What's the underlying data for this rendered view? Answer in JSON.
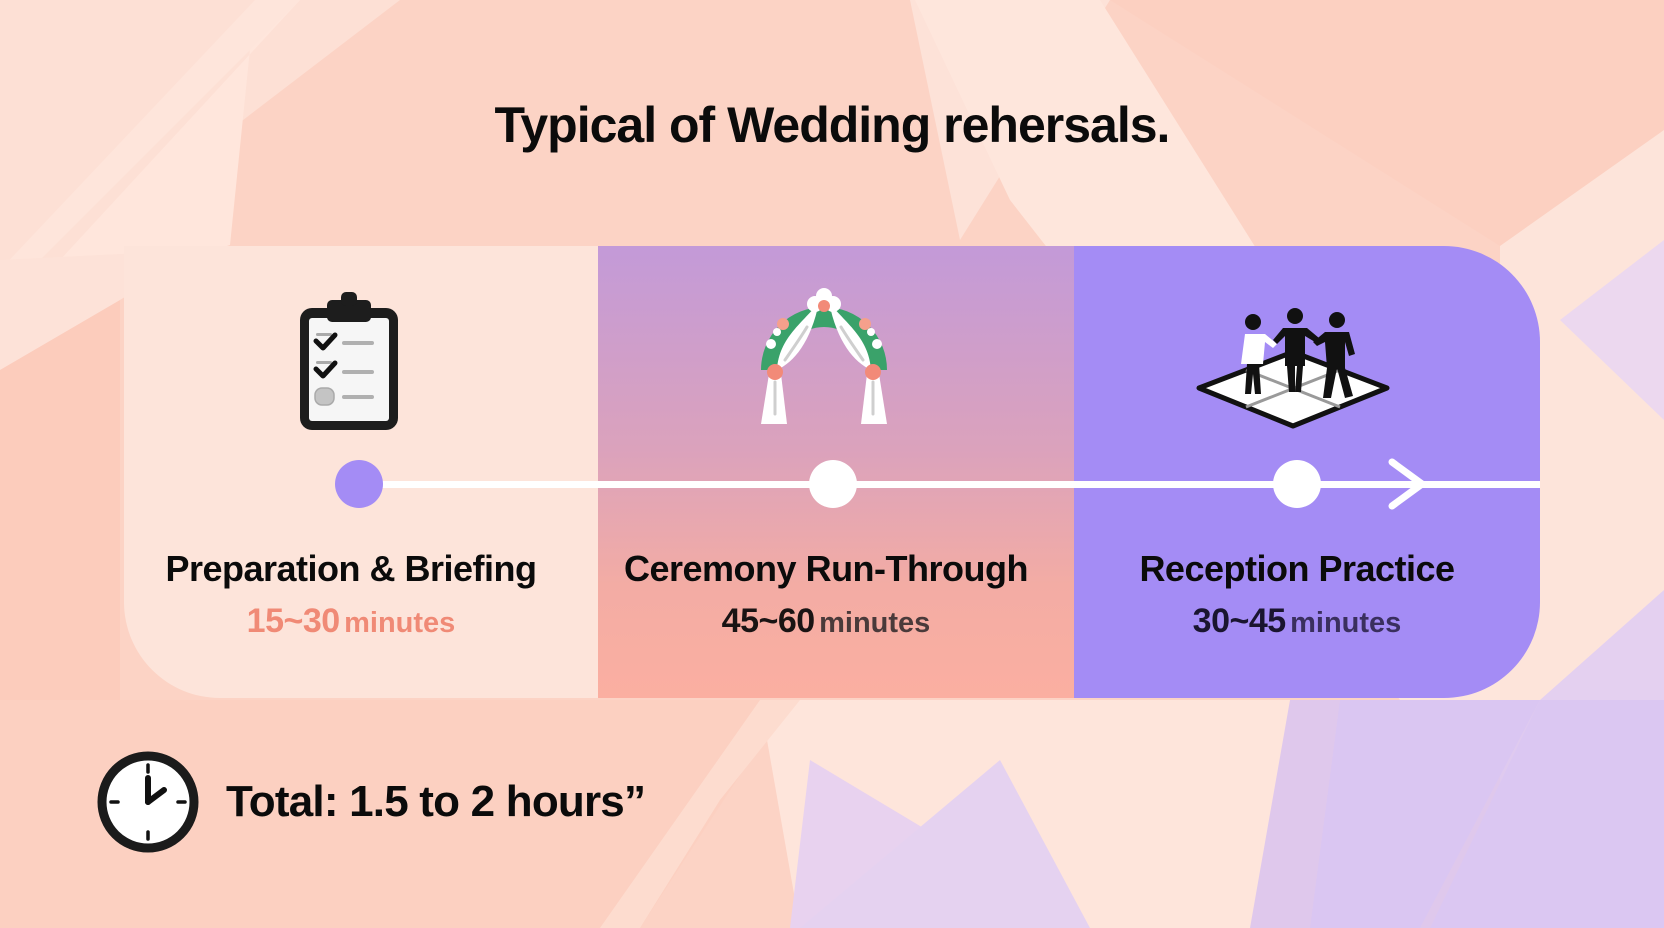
{
  "title": "Typical of Wedding rehersals.",
  "colors": {
    "background": "#fcd8cb",
    "segment_1": "#fde4da",
    "segment_2_top": "#c39ad8",
    "segment_2_bottom": "#fbafa1",
    "segment_3": "#a48cf5",
    "accent_coral": "#f08a76",
    "accent_purple": "#a48cf5",
    "timeline": "#ffffff"
  },
  "timeline": {
    "steps": [
      {
        "icon": "clipboard-checklist-icon",
        "title": "Preparation & Briefing",
        "duration": "15~30",
        "unit": "minutes"
      },
      {
        "icon": "wedding-arch-icon",
        "title": "Ceremony Run-Through",
        "duration": "45~60",
        "unit": "minutes"
      },
      {
        "icon": "dance-floor-people-icon",
        "title": "Reception Practice",
        "duration": "30~45",
        "unit": "minutes"
      }
    ],
    "arrow": "arrow-right-icon"
  },
  "total": {
    "icon": "clock-icon",
    "text": "Total: 1.5 to 2 hours”"
  }
}
